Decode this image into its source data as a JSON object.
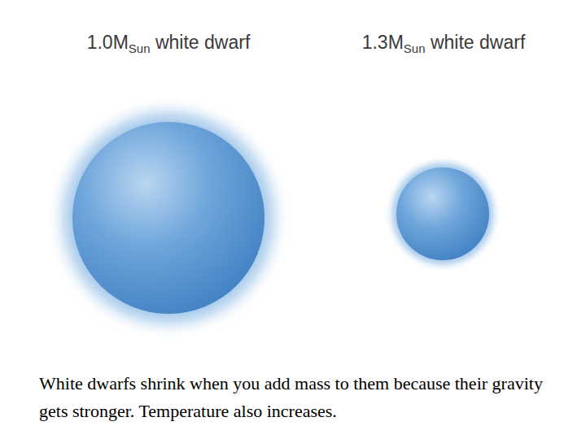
{
  "diagram": {
    "caption": "White dwarfs shrink when you add mass to them because their gravity gets stronger. Temperature also increases.",
    "nodes": [
      {
        "text": [
          "1.0M",
          "Sun",
          "white dwarf"
        ]
      },
      {
        "text": [
          "1.3M",
          "Sun",
          "white dwarf"
        ]
      }
    ]
  }
}
